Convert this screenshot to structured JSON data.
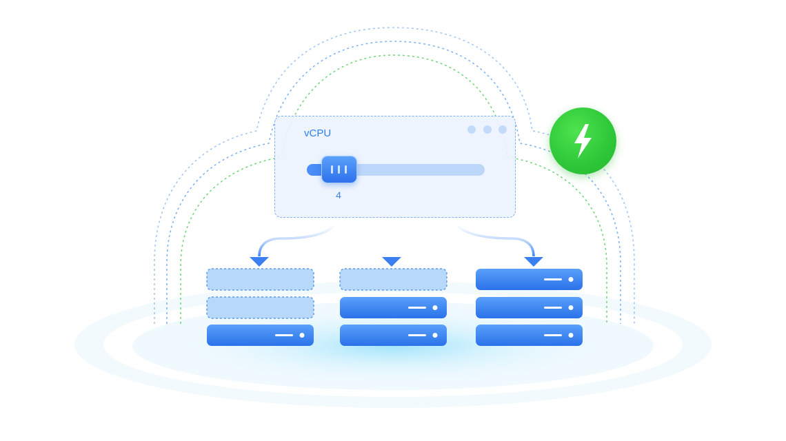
{
  "panel": {
    "title": "vCPU",
    "slider_value": "4",
    "slider_fraction": 0.28
  },
  "server_stacks": [
    {
      "name": "left",
      "slots": [
        "placeholder",
        "placeholder",
        "active"
      ]
    },
    {
      "name": "center",
      "slots": [
        "placeholder",
        "active",
        "active"
      ]
    },
    {
      "name": "right",
      "slots": [
        "active",
        "active",
        "active"
      ]
    }
  ],
  "icons": {
    "badge": "lightning-icon",
    "arrows": "arrow-down-icon",
    "servers": "server-icon"
  },
  "colors": {
    "accent_blue": "#2f7ff0",
    "server_gradient_top": "#5aa0fb",
    "server_gradient_bottom": "#2b72ea",
    "placeholder_fill": "#b7d8f8",
    "dashed_blue": "#5b9be8",
    "dashed_green": "#5fcf6a",
    "badge_green": "#2fc93a"
  }
}
